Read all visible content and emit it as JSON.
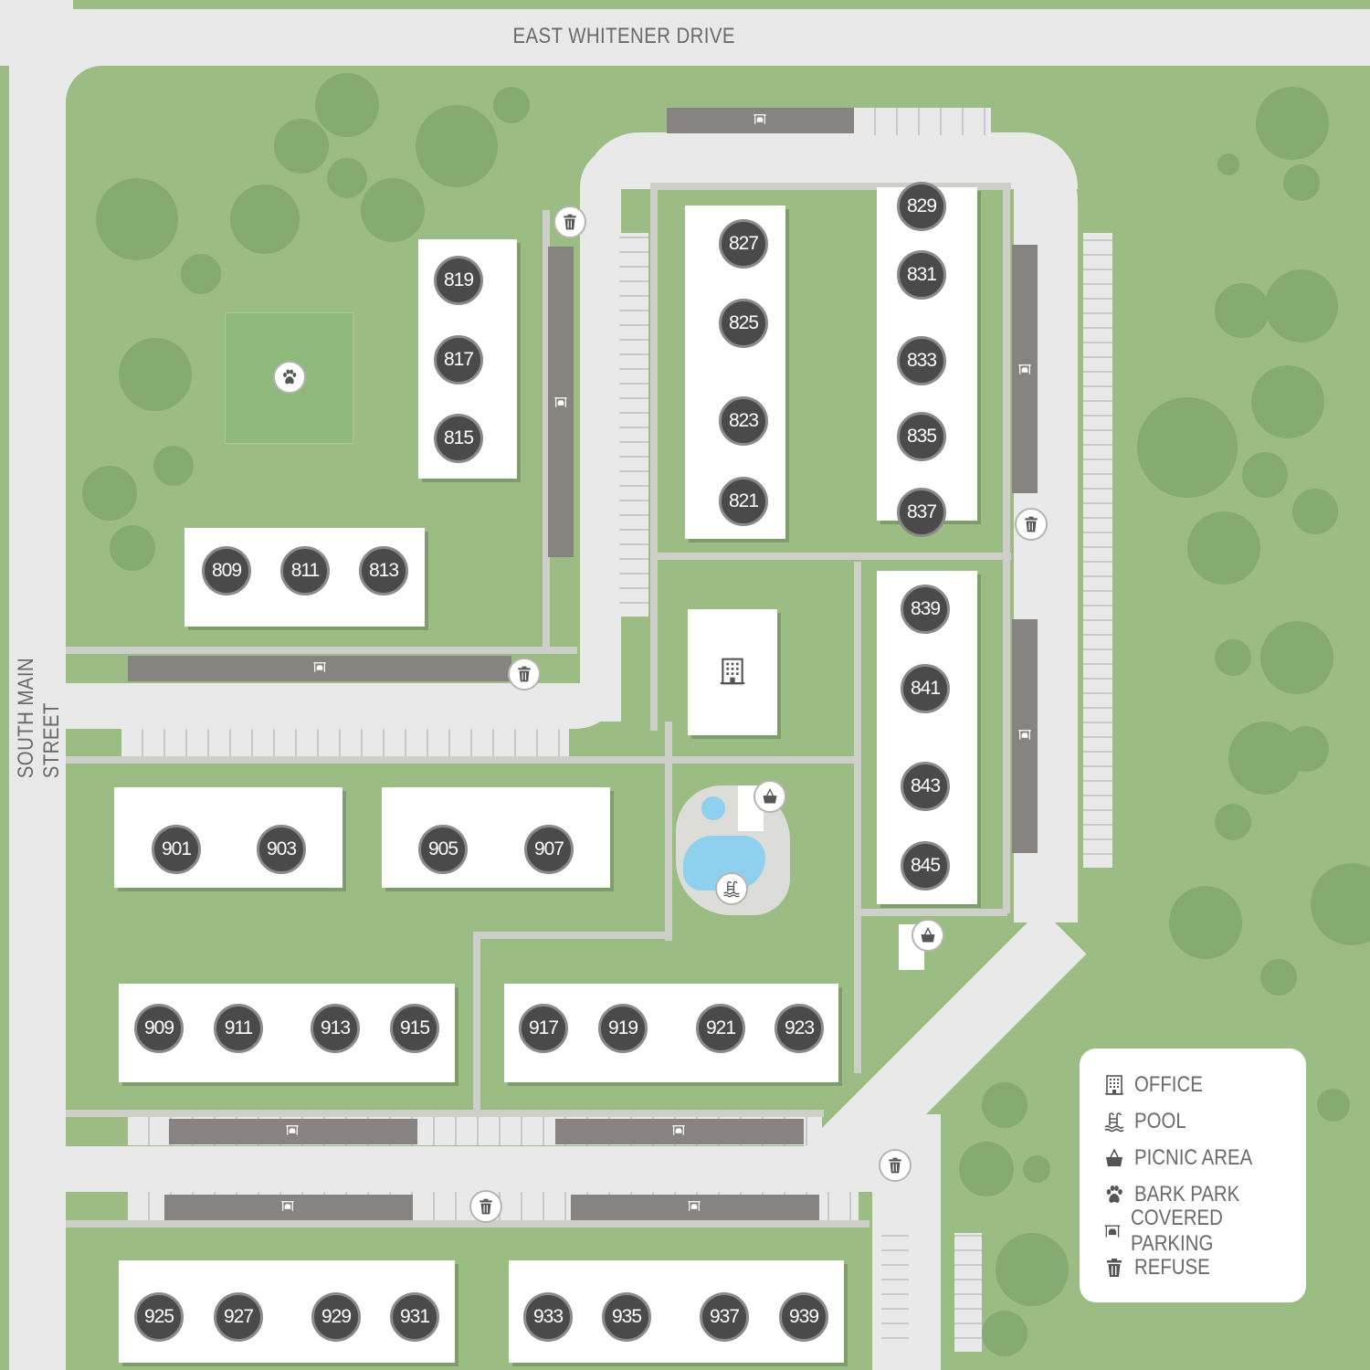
{
  "streets": {
    "top": "EAST WHITENER DRIVE",
    "left": "SOUTH MAIN STREET"
  },
  "buildings": [
    "819",
    "817",
    "815",
    "827",
    "825",
    "823",
    "821",
    "829",
    "831",
    "833",
    "835",
    "837",
    "839",
    "841",
    "843",
    "845",
    "809",
    "811",
    "813",
    "901",
    "903",
    "905",
    "907",
    "909",
    "911",
    "913",
    "915",
    "917",
    "919",
    "921",
    "923",
    "925",
    "927",
    "929",
    "931",
    "933",
    "935",
    "937",
    "939"
  ],
  "legend": [
    {
      "icon": "office-icon",
      "label": "OFFICE"
    },
    {
      "icon": "pool-icon",
      "label": "POOL"
    },
    {
      "icon": "picnic-icon",
      "label": "PICNIC AREA"
    },
    {
      "icon": "paw-icon",
      "label": "BARK PARK"
    },
    {
      "icon": "covered-parking-icon",
      "label": "COVERED PARKING"
    },
    {
      "icon": "refuse-icon",
      "label": "REFUSE"
    }
  ],
  "colors": {
    "grass": "#9bbd84",
    "road": "#e8e9e8",
    "cover": "#878380",
    "badge": "#4a4a4a",
    "pool": "#8fd0ee"
  }
}
